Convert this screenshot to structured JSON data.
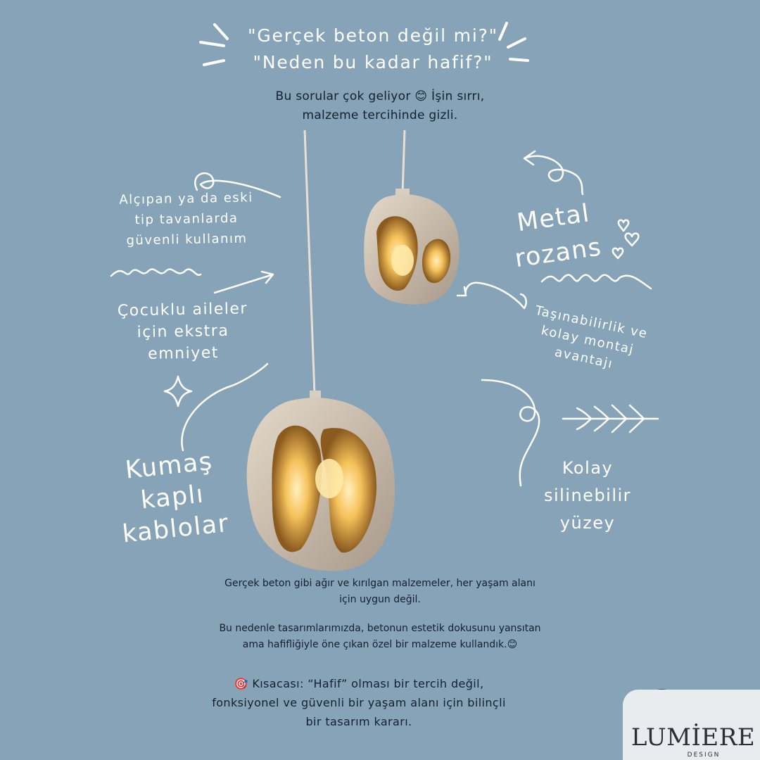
{
  "header": {
    "title_line1": "\"Gerçek beton değil mi?\"",
    "title_line2": "\"Neden bu kadar hafif?\"",
    "intro_line1": "Bu sorular çok geliyor 😊 İşin sırrı,",
    "intro_line2": "malzeme tercihinde gizli."
  },
  "features": {
    "ceiling": "Alçıpan ya da eski\ntip tavanlarda\ngüvenli kullanım",
    "children": "Çocuklu aileler\niçin ekstra\nemniyet",
    "fabric": "Kumaş\nkaplı\nkablolar",
    "metal": "Metal\nrozans",
    "portability": "Taşınabilirlik ve\nkolay montaj\navantajı",
    "cleaning": "Kolay\nsilinebilir\nyüzey"
  },
  "body": {
    "p1_line1": "Gerçek beton gibi ağır ve kırılgan malzemeler, her yaşam alanı",
    "p1_line2": "için uygun değil.",
    "p2_line1": "Bu nedenle tasarımlarımızda, betonun estetik dokusunu yansıtan",
    "p2_line2": "ama hafifliğiyle öne çıkan özel bir malzeme kullandık.😊",
    "summary_line1": "🎯 Kısacası: “Hafif” olması bir tercih değil,",
    "summary_line2": "fonksiyonel ve güvenli bir yaşam alanı için bilinçli",
    "summary_line3": "bir tasarım kararı."
  },
  "logo": {
    "word": "LUMİERE",
    "sub": "DESIGN"
  },
  "colors": {
    "background": "#86a3b8",
    "lamp_shell": "#cbbfae",
    "lamp_glow": "#f6c25a",
    "text_dark": "#15202b"
  }
}
